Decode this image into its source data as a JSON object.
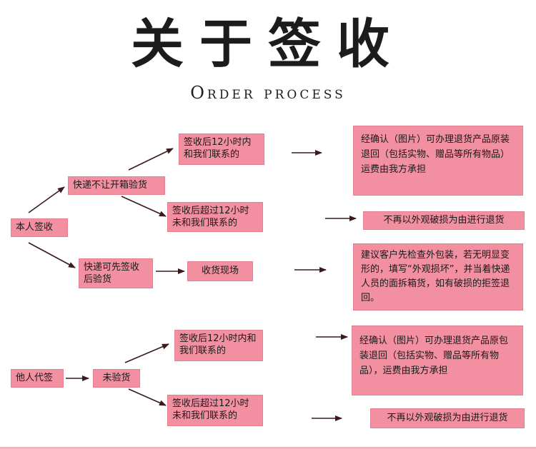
{
  "header": {
    "title": "关于签收",
    "subtitle": "Order process"
  },
  "branch_self": {
    "root": "本人签收",
    "no_open": "快递不让开箱验货",
    "within_12h": "签收后12小时内和我们联系的",
    "within_12h_result": "经确认（图片）可办理退货产品原装退回（包括实物、赠品等所有物品）运费由我方承担",
    "after_12h": "签收后超过12小时未和我们联系的",
    "after_12h_result": "不再以外观破损为由进行退货",
    "can_open": "快递可先签收后验货",
    "on_site": "收货现场",
    "on_site_result": "建议客户先检查外包装，若无明显变形的，填写“外观损坏”，并当着快递人员的面拆箱货，如有破损的拒签退回。"
  },
  "branch_proxy": {
    "root": "他人代签",
    "unchecked": "未验货",
    "within_12h": "签收后12小时内和我们联系的",
    "within_12h_result": "经确认（图片）可办理退货产品原包装退回（包括实物、赠品等所有物品），运费由我方承担",
    "after_12h": "签收后超过12小时未和我们联系的",
    "after_12h_result": "不再以外观破损为由进行退货"
  },
  "colors": {
    "box_fill": "#f28fa1",
    "arrow": "#3a1a1a",
    "text": "#1a1a1a"
  }
}
